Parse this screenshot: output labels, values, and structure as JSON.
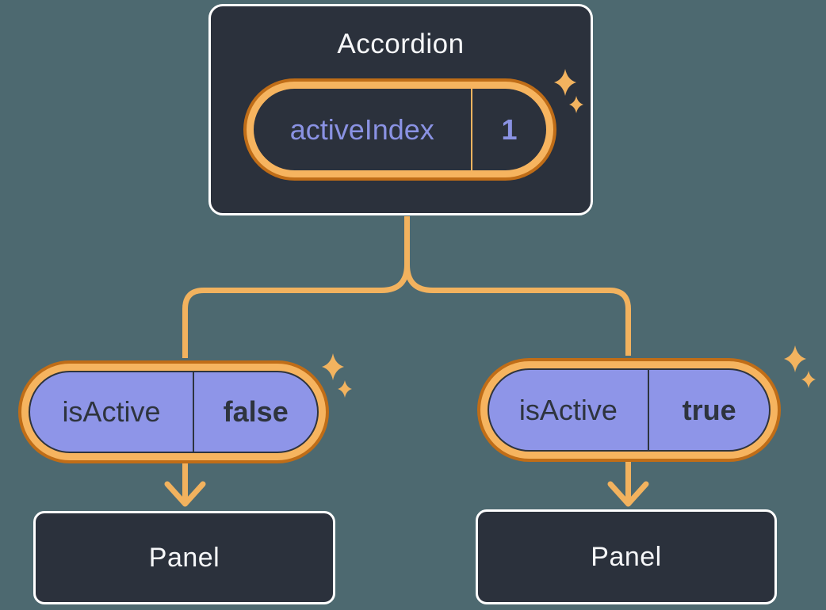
{
  "canvas": {
    "background": "#4d6970"
  },
  "colors": {
    "canvas_bg": "#4d6970",
    "card_fill": "#2b313c",
    "card_border": "#ffffff",
    "text_light": "#f6f7f9",
    "ink": "#2e343e",
    "purple_fill": "#8e95e8",
    "purple_text": "#8a92e3",
    "orange_light": "#f6b45f",
    "orange_dark": "#c06d17",
    "connector": "#f2b25e",
    "sparkle": "#f2b35f"
  },
  "accordion": {
    "title": "Accordion",
    "state": {
      "label": "activeIndex",
      "value": "1"
    }
  },
  "children": [
    {
      "prop": {
        "label": "isActive",
        "value": "false"
      },
      "panel_label": "Panel"
    },
    {
      "prop": {
        "label": "isActive",
        "value": "true"
      },
      "panel_label": "Panel"
    }
  ],
  "icons": [
    "sparkle-icon",
    "arrow-down-icon"
  ]
}
